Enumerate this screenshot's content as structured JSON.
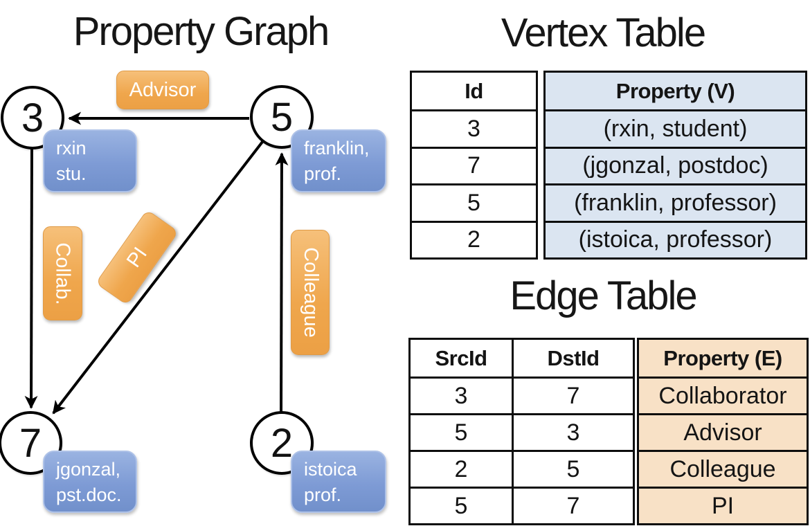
{
  "graph": {
    "title": "Property Graph",
    "nodes": [
      {
        "id": "3",
        "property_line1": "rxin",
        "property_line2": "stu."
      },
      {
        "id": "5",
        "property_line1": "franklin,",
        "property_line2": "prof."
      },
      {
        "id": "7",
        "property_line1": "jgonzal,",
        "property_line2": "pst.doc."
      },
      {
        "id": "2",
        "property_line1": "istoica",
        "property_line2": "prof."
      }
    ],
    "edge_labels": {
      "advisor": "Advisor",
      "collab": "Collab.",
      "pi": "PI",
      "colleague": "Colleague"
    }
  },
  "vertex_table": {
    "title": "Vertex Table",
    "headers": {
      "id": "Id",
      "property": "Property (V)"
    },
    "rows": [
      {
        "id": "3",
        "property": "(rxin, student)"
      },
      {
        "id": "7",
        "property": "(jgonzal, postdoc)"
      },
      {
        "id": "5",
        "property": "(franklin, professor)"
      },
      {
        "id": "2",
        "property": "(istoica, professor)"
      }
    ]
  },
  "edge_table": {
    "title": "Edge Table",
    "headers": {
      "src": "SrcId",
      "dst": "DstId",
      "property": "Property (E)"
    },
    "rows": [
      {
        "src": "3",
        "dst": "7",
        "property": "Collaborator"
      },
      {
        "src": "5",
        "dst": "3",
        "property": "Advisor"
      },
      {
        "src": "2",
        "dst": "5",
        "property": "Colleague"
      },
      {
        "src": "5",
        "dst": "7",
        "property": "PI"
      }
    ]
  },
  "colors": {
    "edge_label_orange": "#efa64c",
    "vertex_box_blue": "#7e9bd5",
    "vertex_property_bg": "#dbe5f1",
    "edge_property_bg": "#f8e1c6"
  }
}
